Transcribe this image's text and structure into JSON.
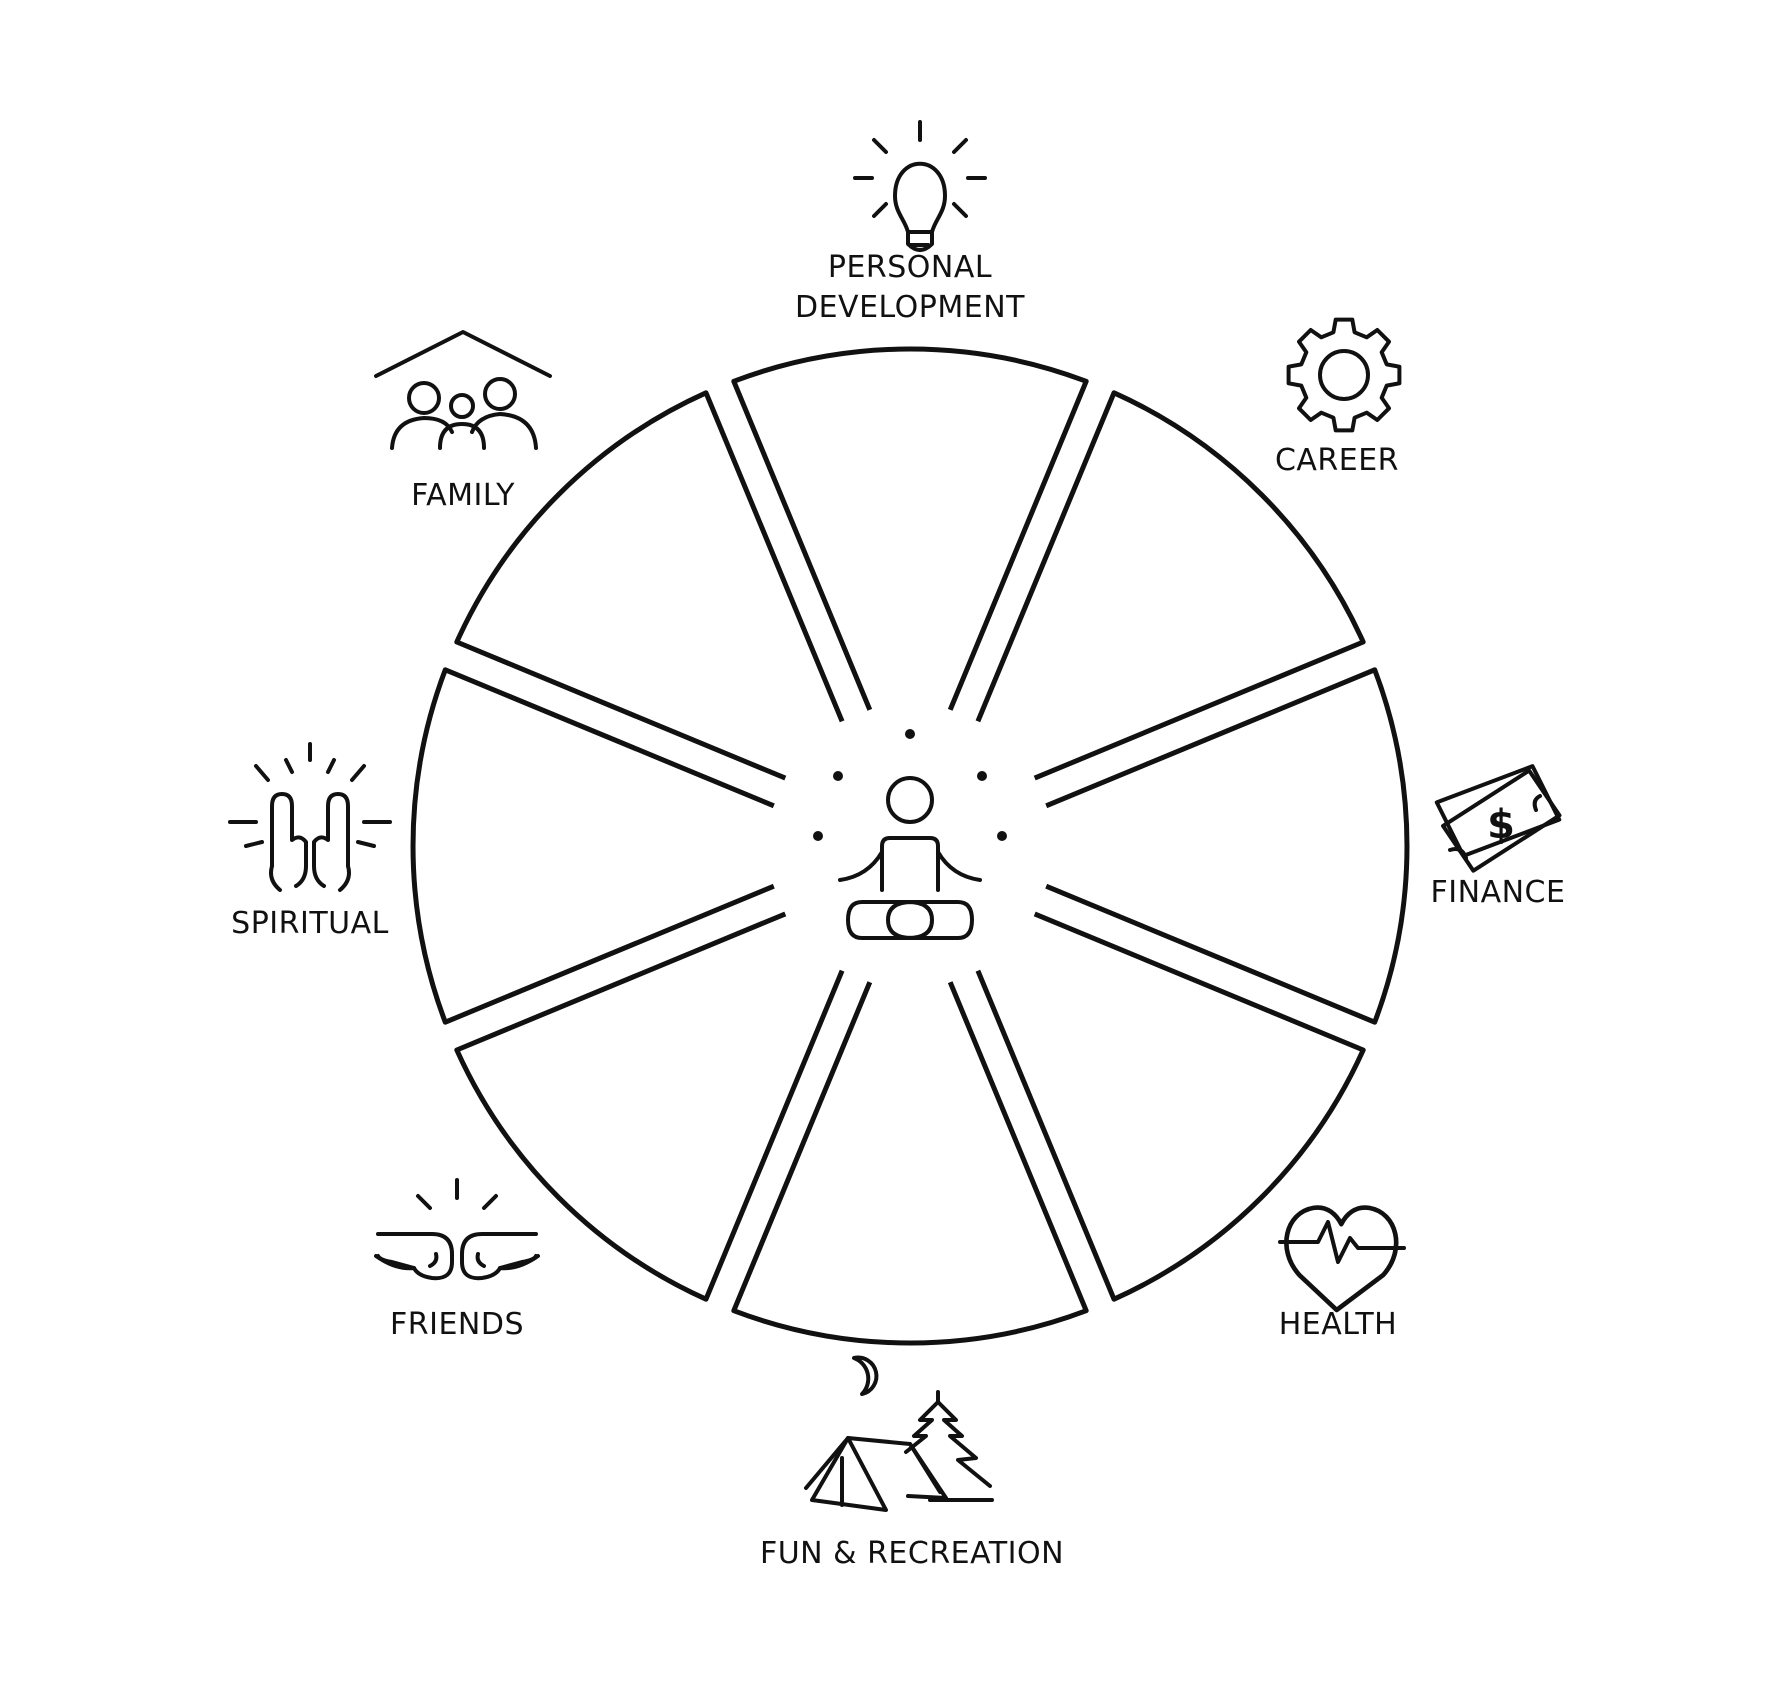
{
  "diagram": {
    "stroke_color": "#111111",
    "background": "#ffffff",
    "center_icon": "meditation-icon",
    "categories": [
      {
        "id": "personal-development",
        "line1": "PERSONAL",
        "line2": "DEVELOPMENT",
        "icon": "lightbulb-icon"
      },
      {
        "id": "career",
        "line1": "CAREER",
        "icon": "gear-icon"
      },
      {
        "id": "finance",
        "line1": "FINANCE",
        "icon": "money-icon"
      },
      {
        "id": "health",
        "line1": "HEALTH",
        "icon": "heart-pulse-icon"
      },
      {
        "id": "fun-recreation",
        "line1": "FUN & RECREATION",
        "icon": "camping-tent-icon"
      },
      {
        "id": "friends",
        "line1": "FRIENDS",
        "icon": "fist-bump-icon"
      },
      {
        "id": "spiritual",
        "line1": "SPIRITUAL",
        "icon": "praying-hands-icon"
      },
      {
        "id": "family",
        "line1": "FAMILY",
        "icon": "family-house-icon"
      }
    ]
  }
}
